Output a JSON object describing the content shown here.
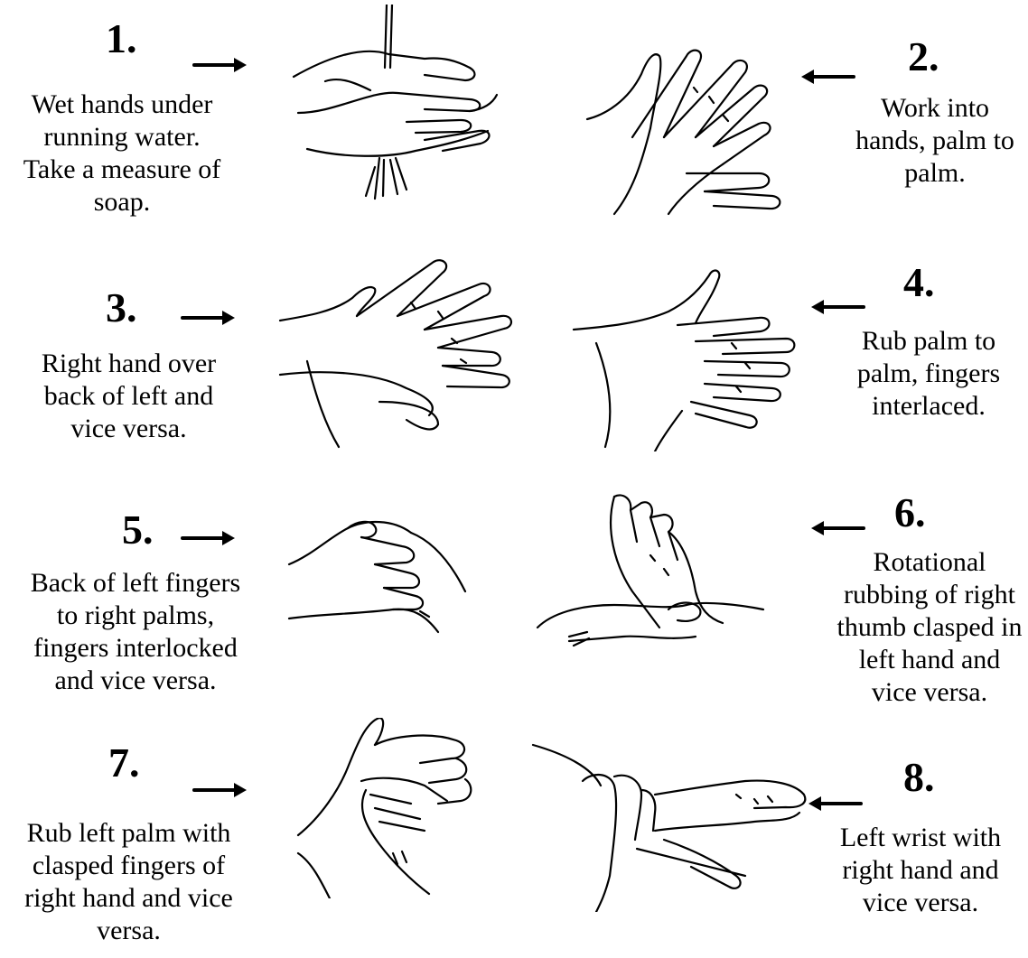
{
  "steps": [
    {
      "number": "1.",
      "text": [
        "Wet hands under",
        "running water.",
        "Take a measure of",
        "soap."
      ]
    },
    {
      "number": "2.",
      "text": [
        "Work into",
        "hands, palm to",
        "palm."
      ]
    },
    {
      "number": "3.",
      "text": [
        "Right hand over",
        "back of left and",
        "vice versa."
      ]
    },
    {
      "number": "4.",
      "text": [
        "Rub palm to",
        "palm, fingers",
        "interlaced."
      ]
    },
    {
      "number": "5.",
      "text": [
        "Back of left  fingers",
        "to right palms,",
        "fingers interlocked",
        "and vice versa."
      ]
    },
    {
      "number": "6.",
      "text": [
        "Rotational",
        "rubbing of right",
        "thumb clasped in",
        "left hand and",
        "vice versa."
      ]
    },
    {
      "number": "7.",
      "text": [
        "Rub left palm with",
        "clasped fingers of",
        "right hand and vice",
        "versa."
      ]
    },
    {
      "number": "8.",
      "text": [
        "Left wrist with",
        "right hand and",
        "vice versa."
      ]
    }
  ],
  "icons": [
    "arrow-right-icon",
    "arrow-left-icon",
    "hands-illustration"
  ]
}
